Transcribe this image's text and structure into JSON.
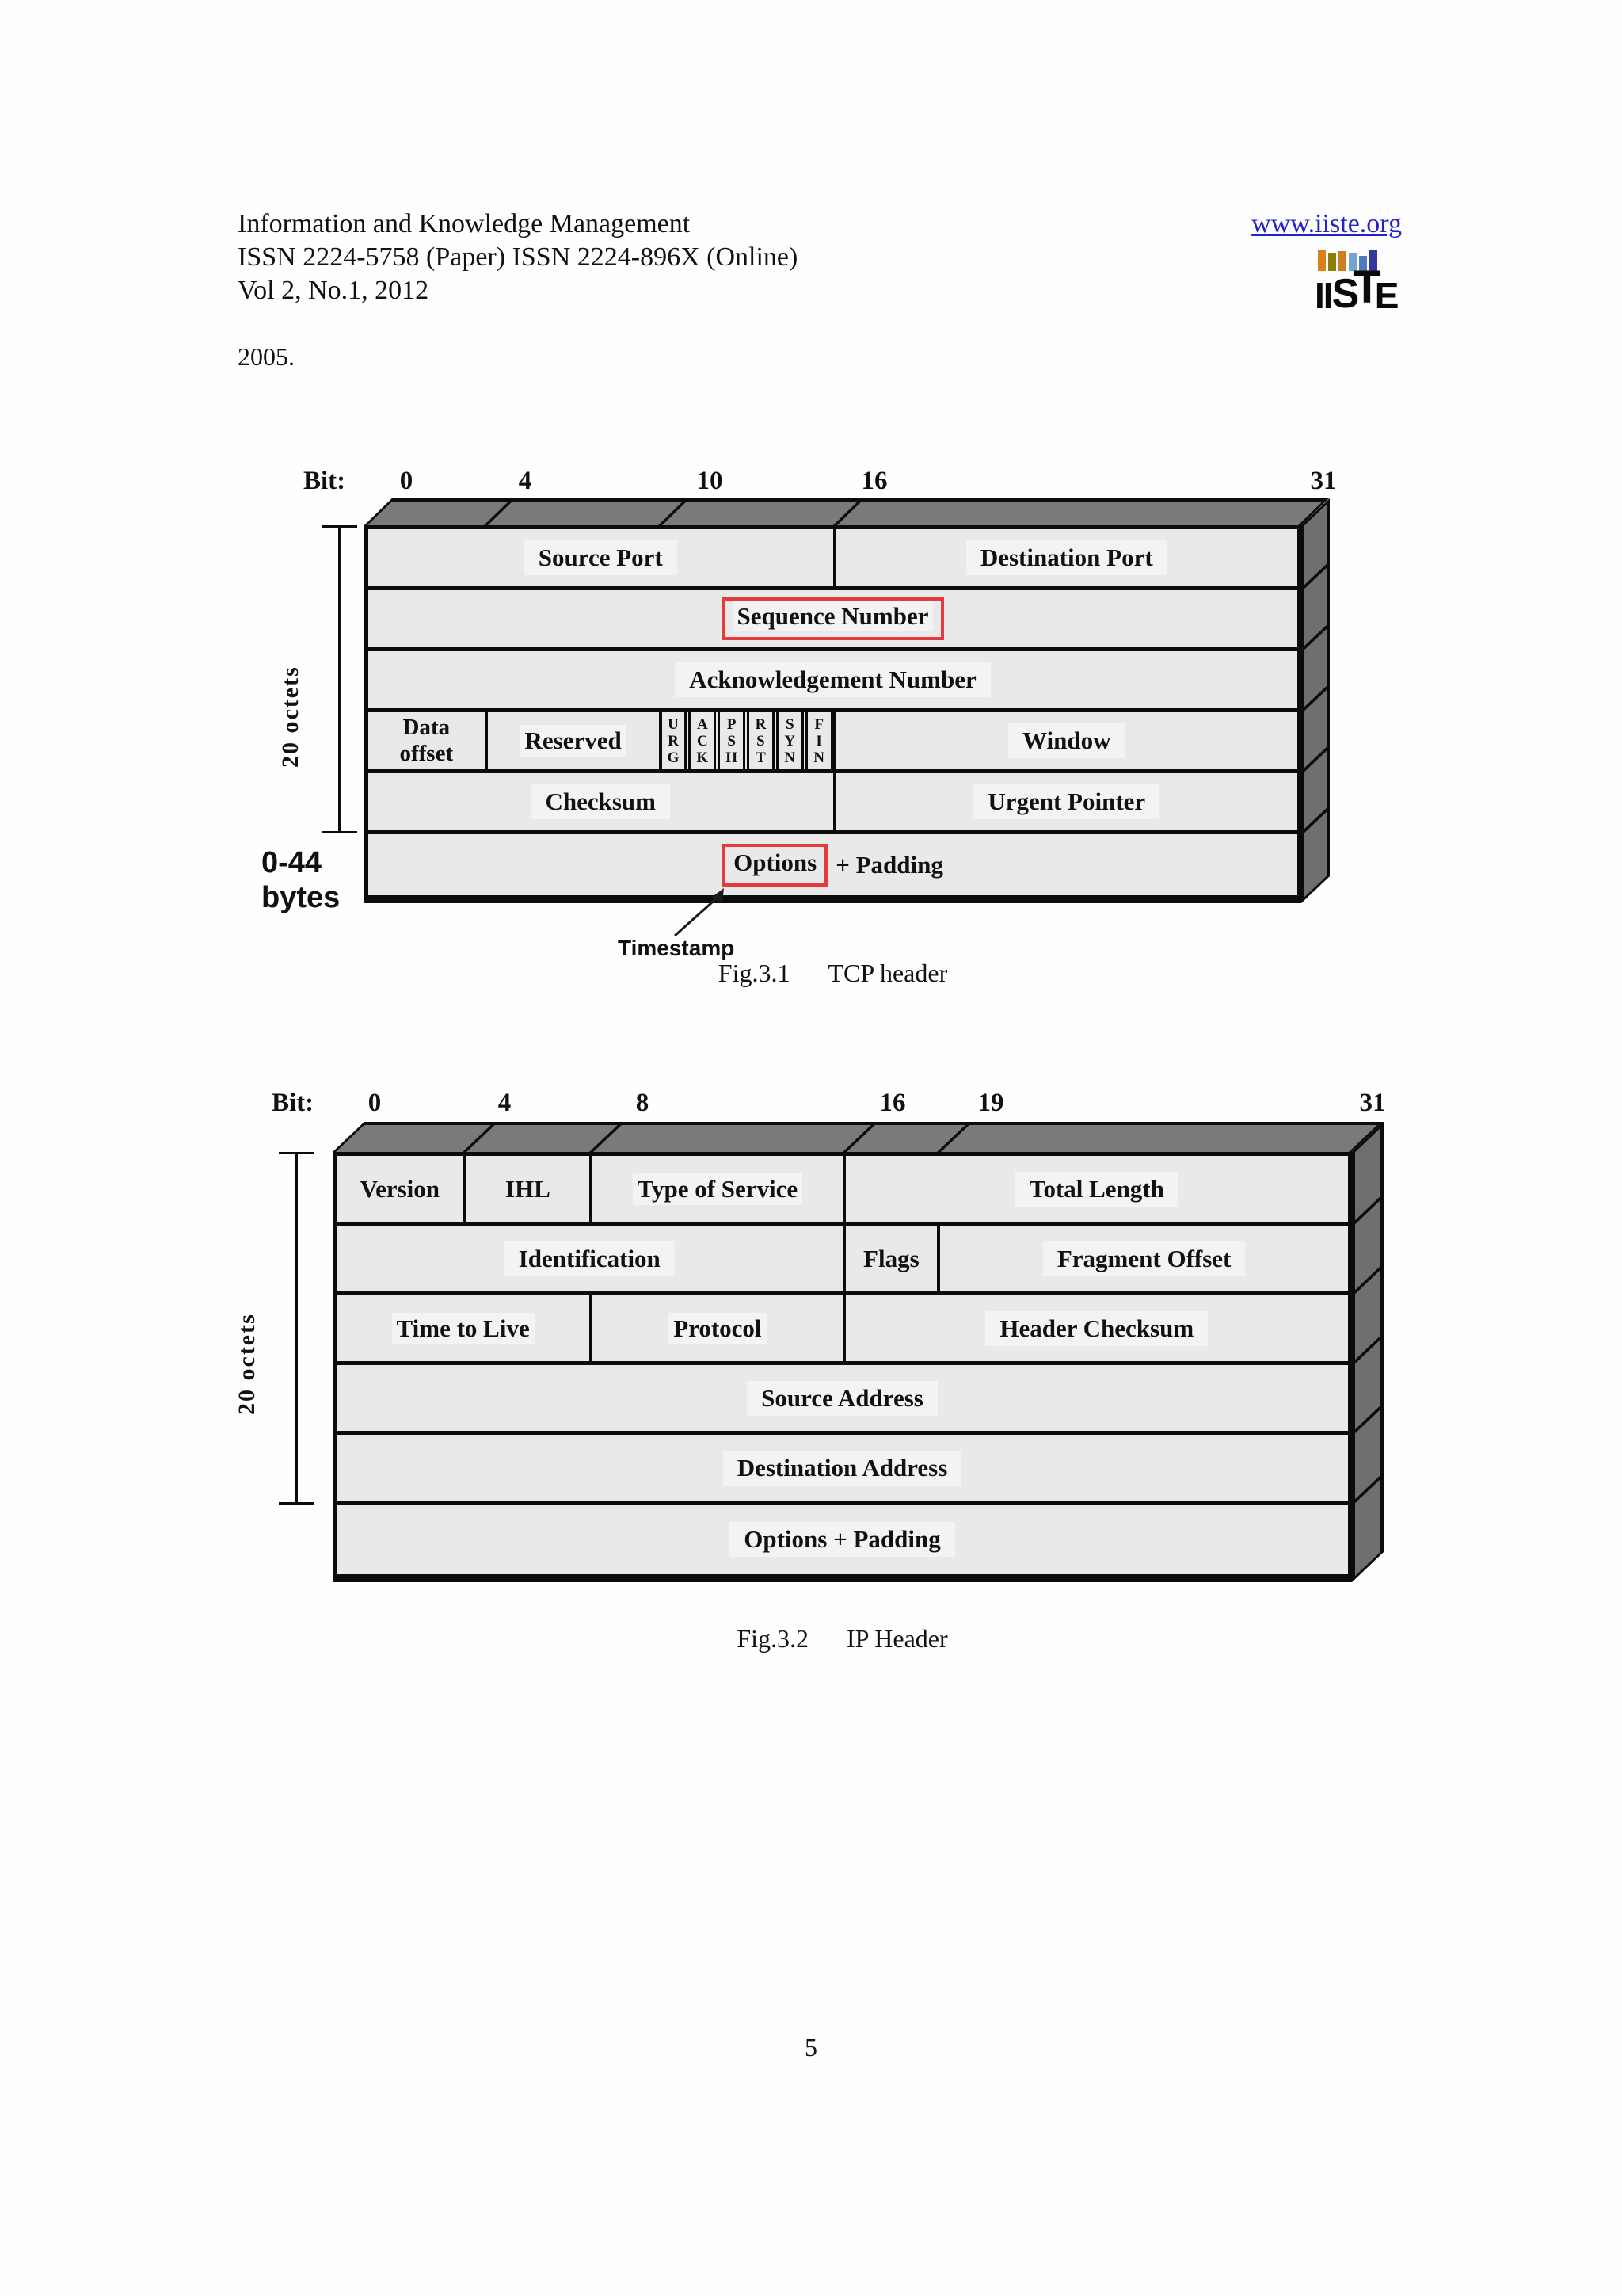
{
  "header": {
    "journal": "Information and Knowledge Management",
    "issn": "ISSN 2224-5758 (Paper) ISSN 2224-896X (Online)",
    "volume": "Vol 2, No.1, 2012",
    "link": "www.iiste.org",
    "logo_letters": [
      "I",
      "I",
      "S",
      "T",
      "E"
    ],
    "note": "2005."
  },
  "colors": {
    "band_gray": "#7a7a7a",
    "side_gray": "#6f6f6f",
    "cell_gray": "#e9e9e9",
    "line_black": "#0c0c0c",
    "highlight_red": "#e43b3b",
    "link_blue": "#2323cc",
    "logo_bar_colors": [
      "#d8821e",
      "#8f7d0a",
      "#cf7d1f",
      "#74a3cf",
      "#4e7cbf",
      "#37379b"
    ]
  },
  "fig_tcp": {
    "bit_label": "Bit:",
    "ticks": [
      "0",
      "4",
      "10",
      "16",
      "31"
    ],
    "side_bracket_label": "20 octets",
    "bytes_label_line1": "0-44",
    "bytes_label_line2": "bytes",
    "row1": {
      "c1": "Source Port",
      "c2": "Destination Port"
    },
    "row2": {
      "c1": "Sequence Number"
    },
    "row3": {
      "c1": "Acknowledgement Number"
    },
    "row4": {
      "c1": "Data offset",
      "c2": "Reserved",
      "flags": [
        [
          "U",
          "R",
          "G"
        ],
        [
          "A",
          "C",
          "K"
        ],
        [
          "P",
          "S",
          "H"
        ],
        [
          "R",
          "S",
          "T"
        ],
        [
          "S",
          "Y",
          "N"
        ],
        [
          "F",
          "I",
          "N"
        ]
      ],
      "c3": "Window"
    },
    "row5": {
      "c1": "Checksum",
      "c2": "Urgent Pointer"
    },
    "row6": {
      "boxed": "Options",
      "rest": "+ Padding"
    },
    "annotation": "Timestamp",
    "caption_label": "Fig.3.1",
    "caption_title": "TCP header"
  },
  "fig_ip": {
    "bit_label": "Bit:",
    "ticks": [
      "0",
      "4",
      "8",
      "16",
      "19",
      "31"
    ],
    "side_bracket_label": "20 octets",
    "row1": {
      "c1": "Version",
      "c2": "IHL",
      "c3": "Type of Service",
      "c4": "Total Length"
    },
    "row2": {
      "c1": "Identification",
      "c2": "Flags",
      "c3": "Fragment Offset"
    },
    "row3": {
      "c1": "Time to Live",
      "c2": "Protocol",
      "c3": "Header Checksum"
    },
    "row4": {
      "c1": "Source Address"
    },
    "row5": {
      "c1": "Destination Address"
    },
    "row6": {
      "c1": "Options + Padding"
    },
    "caption_label": "Fig.3.2",
    "caption_title": "IP Header"
  },
  "page_number": "5"
}
